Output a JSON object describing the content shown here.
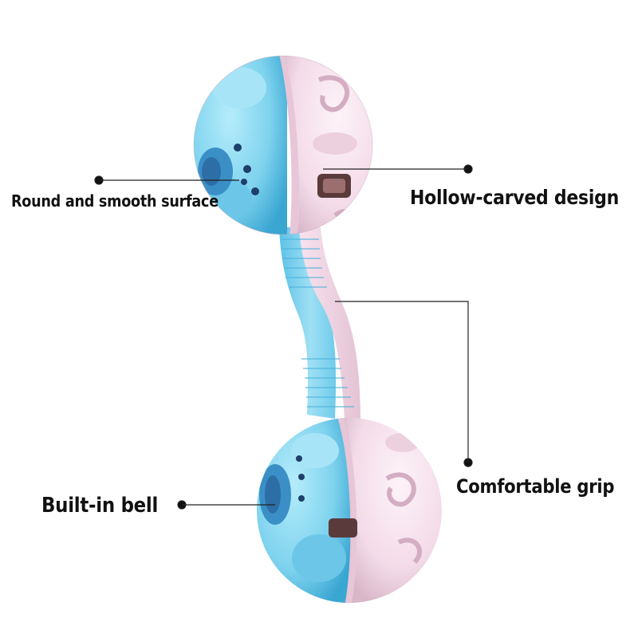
{
  "callouts": {
    "surface": "Round and smooth surface",
    "hollow": "Hollow-carved design",
    "grip": "Comfortable grip",
    "bell": "Built-in bell"
  },
  "colors": {
    "blue": "#7fd3ee",
    "blue_dark": "#3aa6d2",
    "pink": "#f3dbe8",
    "pink_dark": "#d9b6c8",
    "line": "#222222"
  }
}
